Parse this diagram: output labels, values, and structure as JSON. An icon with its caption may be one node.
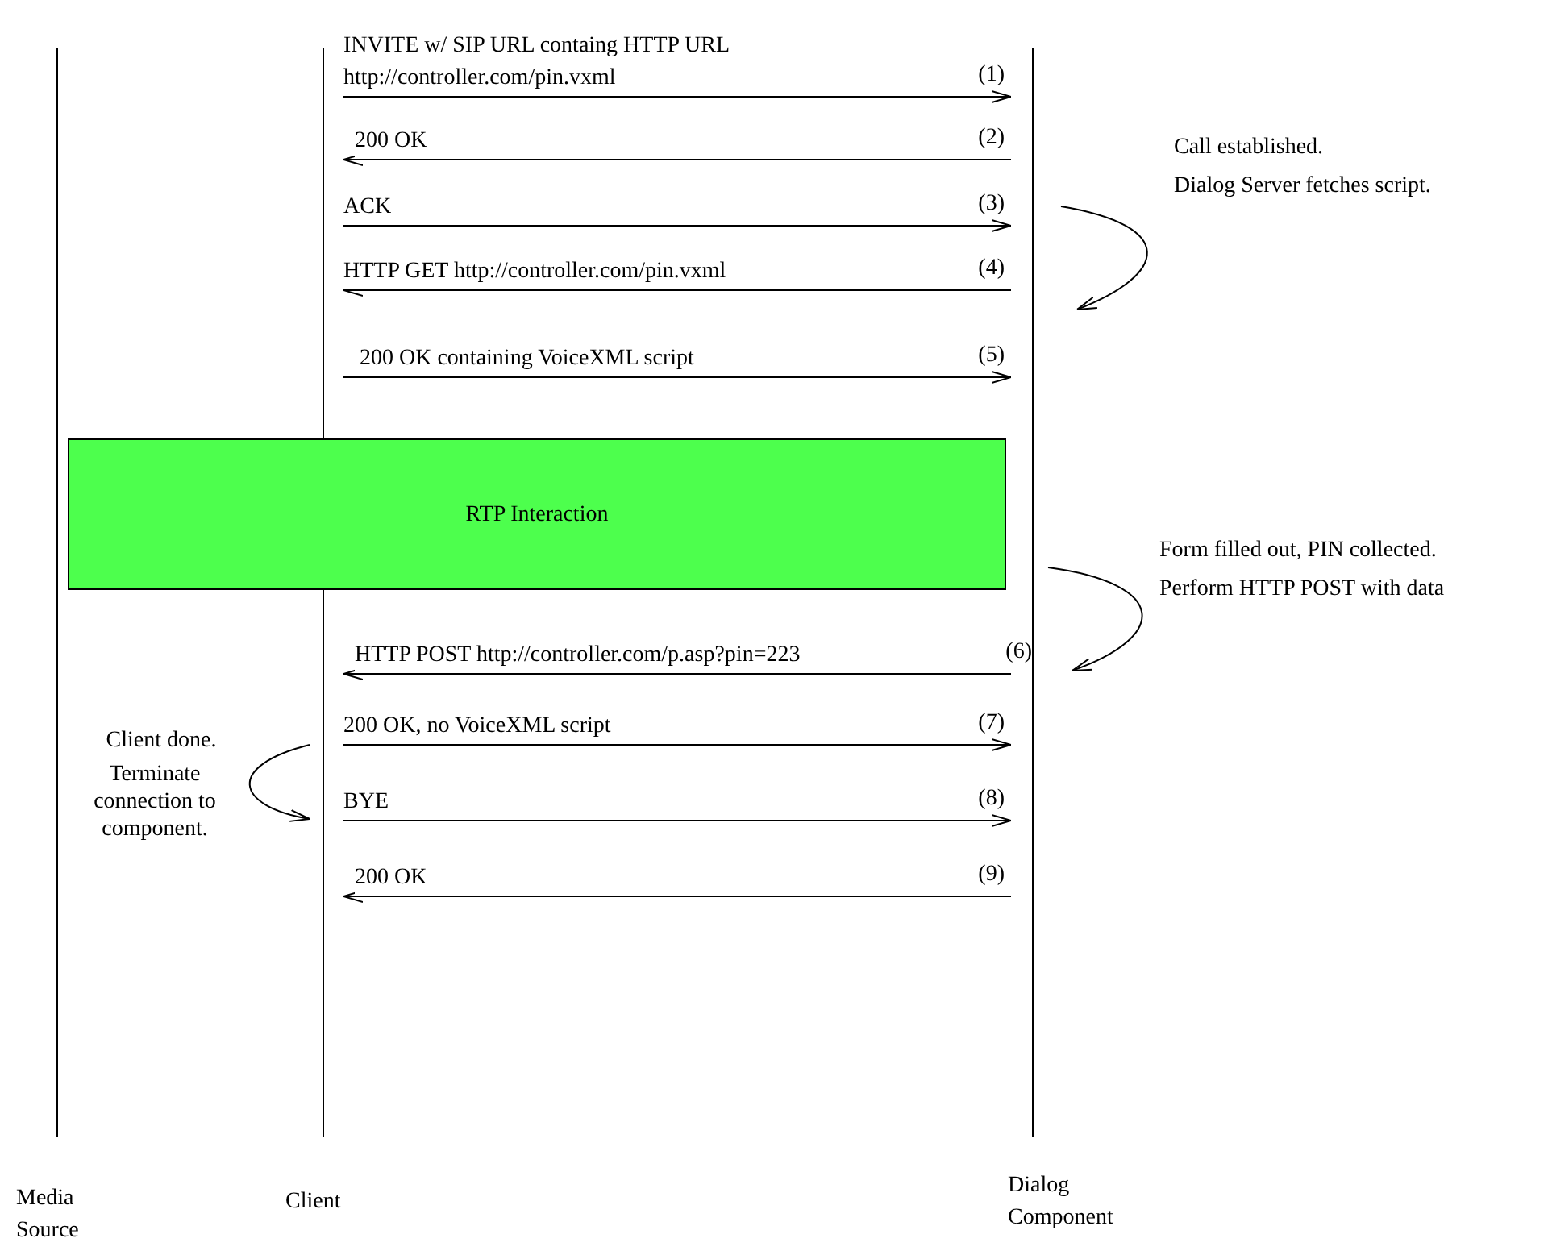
{
  "diagram": {
    "nodes": [
      {
        "text": [],
        "shape": "bar",
        "beside": [
          "Media Source"
        ]
      },
      {
        "text": [],
        "shape": "bar",
        "beside": [
          "Client"
        ]
      },
      {
        "text": [],
        "shape": "bar",
        "beside": [
          "Dialog Component"
        ]
      },
      {
        "text": [
          "RTP Interaction"
        ]
      }
    ],
    "edges": [
      {
        "from": 1,
        "to": 2,
        "arrow": "to",
        "label": "INVITE w/ SIP URL containg HTTP URL http://controller.com/pin.vxml"
      },
      {
        "from": 2,
        "to": 1,
        "arrow": "to",
        "label": "200 OK"
      },
      {
        "from": 1,
        "to": 2,
        "arrow": "to",
        "label": "ACK"
      },
      {
        "from": 2,
        "to": 1,
        "arrow": "to",
        "label": "HTTP GET http://controller.com/pin.vxml"
      },
      {
        "from": 1,
        "to": 2,
        "arrow": "to",
        "label": "200 OK containing VoiceXML script"
      },
      {
        "from": 2,
        "to": 1,
        "arrow": "to",
        "label": "HTTP POST http://controller.com/p.asp?pin=223"
      },
      {
        "from": 1,
        "to": 2,
        "arrow": "to",
        "label": "200 OK, no VoiceXML script"
      },
      {
        "from": 1,
        "to": 2,
        "arrow": "to",
        "label": "BYE"
      },
      {
        "from": 2,
        "to": 1,
        "arrow": "to",
        "label": "200 OK"
      }
    ],
    "labels": [
      "(1)",
      "(2)",
      "(3)",
      "Call established.",
      "Dialog Server fetches script.",
      "(4)",
      "(5)",
      "Form filled out, PIN collected.",
      "Perform HTTP POST with data",
      "(6)",
      "Client done.",
      "(7)",
      "Terminate connection to component.",
      "(8)",
      "(9)"
    ]
  }
}
